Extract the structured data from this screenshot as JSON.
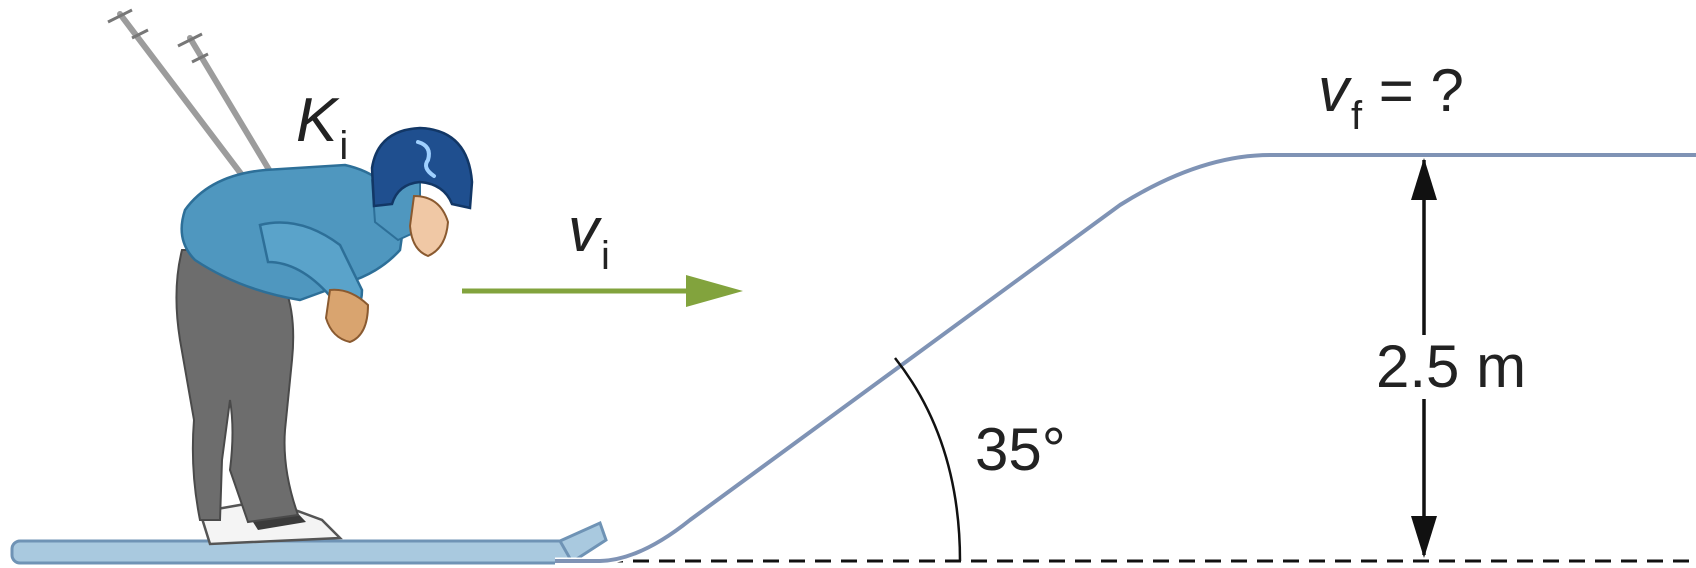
{
  "labels": {
    "initial_kinetic": {
      "symbol": "K",
      "subscript": "i"
    },
    "initial_velocity": {
      "symbol": "v",
      "subscript": "i"
    },
    "final_velocity": {
      "symbol": "v",
      "subscript": "f",
      "suffix": " = ?"
    },
    "height": "2.5 m",
    "angle": "35°"
  },
  "colors": {
    "slope_line": "#7f93b5",
    "velocity_arrow": "#82a33d",
    "jacket": "#4f97bf",
    "helmet": "#1f4f8f",
    "pants": "#6d6d6d",
    "ski": "#a9c9df",
    "text": "#222222"
  },
  "icons": [
    "skier-figure",
    "ski-poles",
    "helmet",
    "velocity-arrow",
    "height-dimension-arrow",
    "angle-arc"
  ]
}
